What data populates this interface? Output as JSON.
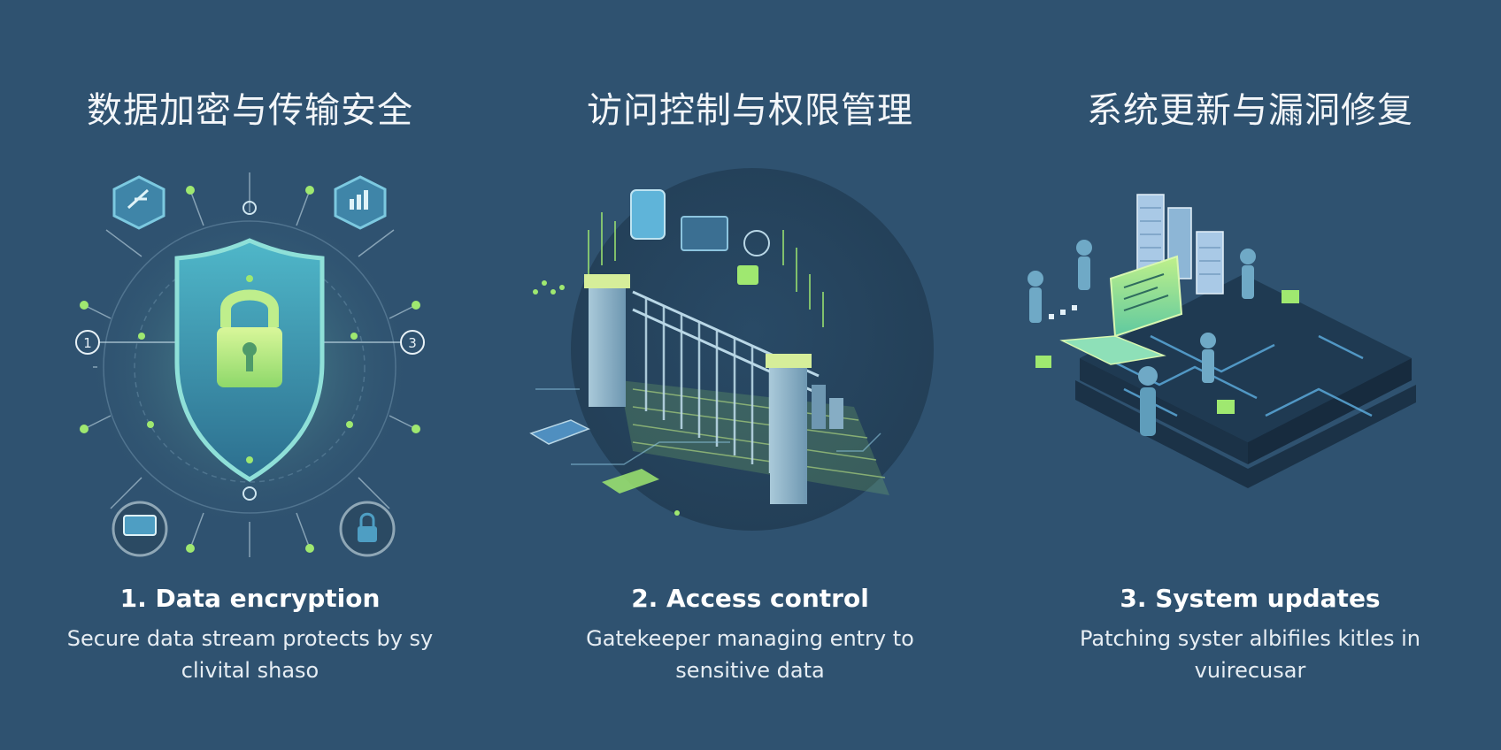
{
  "panels": [
    {
      "heading": "数据加密与传输安全",
      "title": "1. Data encryption",
      "description": "Secure data stream protects by sy clivital shaso",
      "marker_left": "1",
      "marker_right": "3",
      "icon": "shield-lock-icon"
    },
    {
      "heading": "访问控制与权限管理",
      "title": "2. Access control",
      "description": "Gatekeeper managing entry to sensitive data",
      "icon": "gate-icon"
    },
    {
      "heading": "系统更新与漏洞修复",
      "title": "3. System updates",
      "description": "Patching syster albifiles kitles in vuirecusar",
      "icon": "server-platform-icon"
    }
  ],
  "colors": {
    "background": "#2f5270",
    "accent_green": "#9fe870",
    "accent_teal": "#5fc9c4",
    "accent_blue": "#5aa8d8"
  }
}
